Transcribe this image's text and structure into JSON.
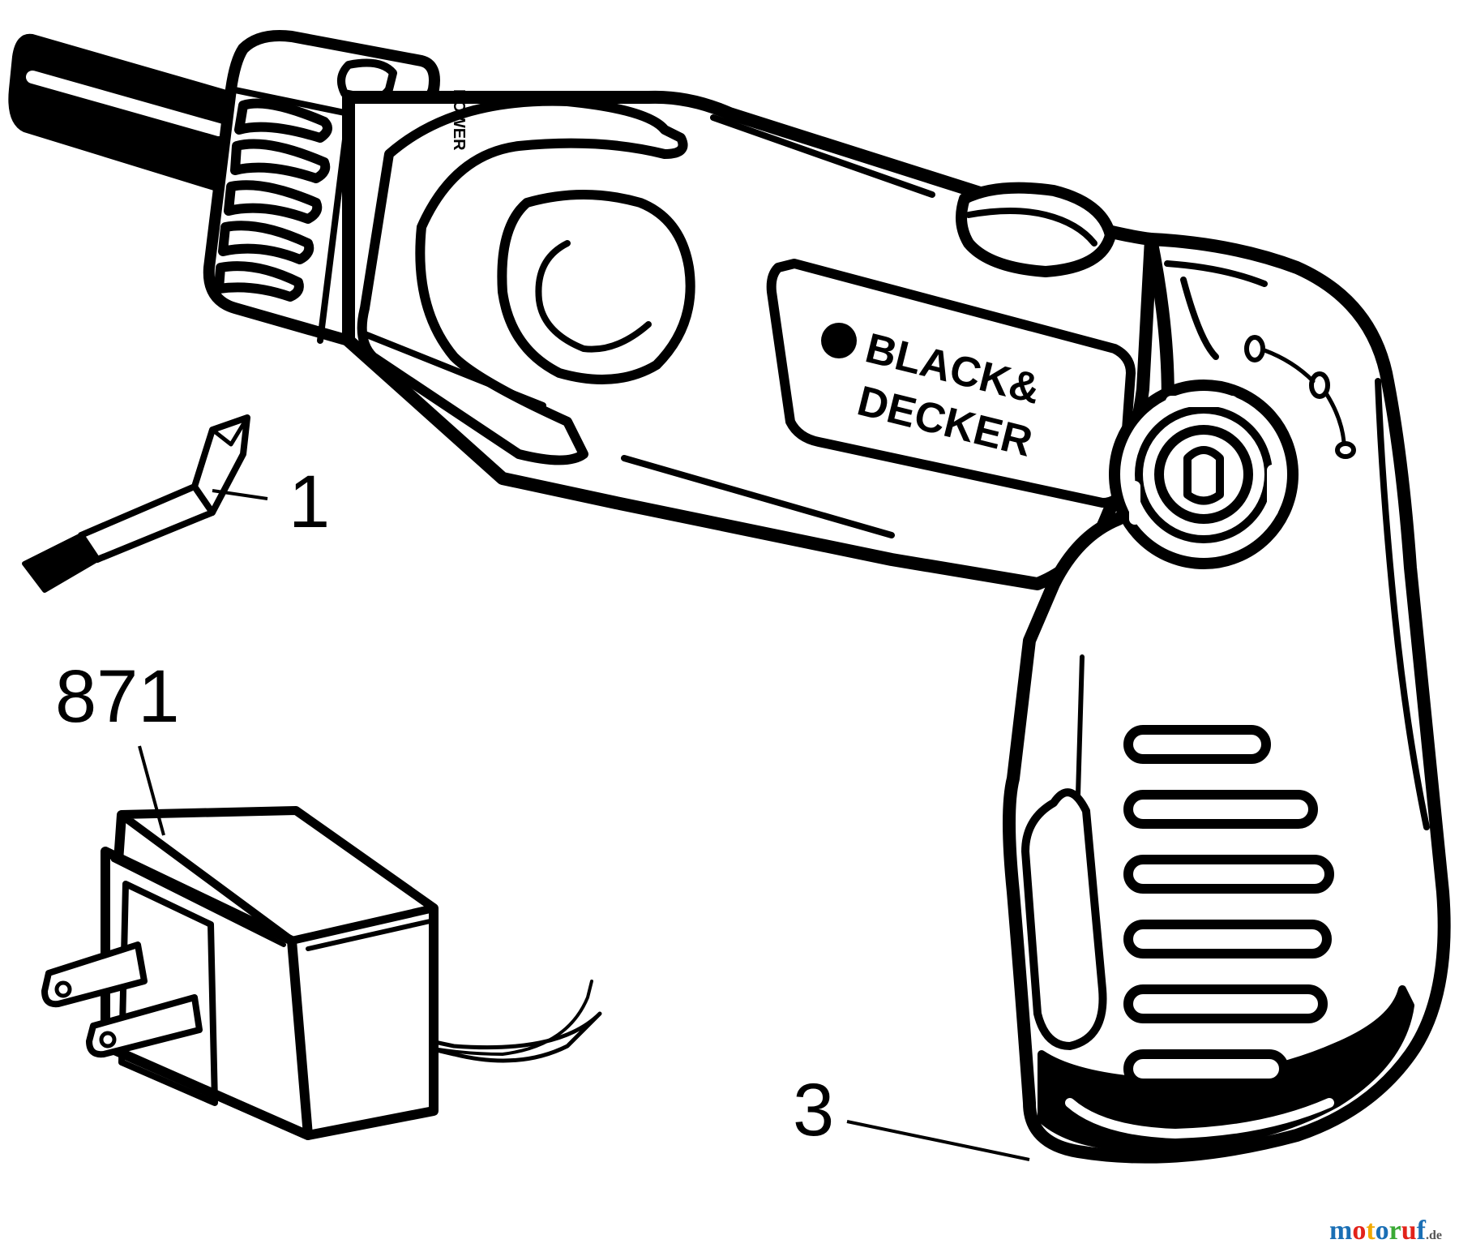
{
  "callouts": {
    "part_1": "1",
    "part_871": "871",
    "part_3": "3"
  },
  "brand_logo": {
    "line1": "BLACK&",
    "line2": "DECKER"
  },
  "switch_label": "POWER",
  "watermark": {
    "main": "motoruf",
    "suffix": ".de",
    "colors": [
      "#1a6fb5",
      "#e2231a",
      "#f2a900",
      "#1a6fb5",
      "#3aa935",
      "#e2231a",
      "#1a6fb5"
    ]
  },
  "colors": {
    "ink": "#000000",
    "paper": "#ffffff"
  }
}
